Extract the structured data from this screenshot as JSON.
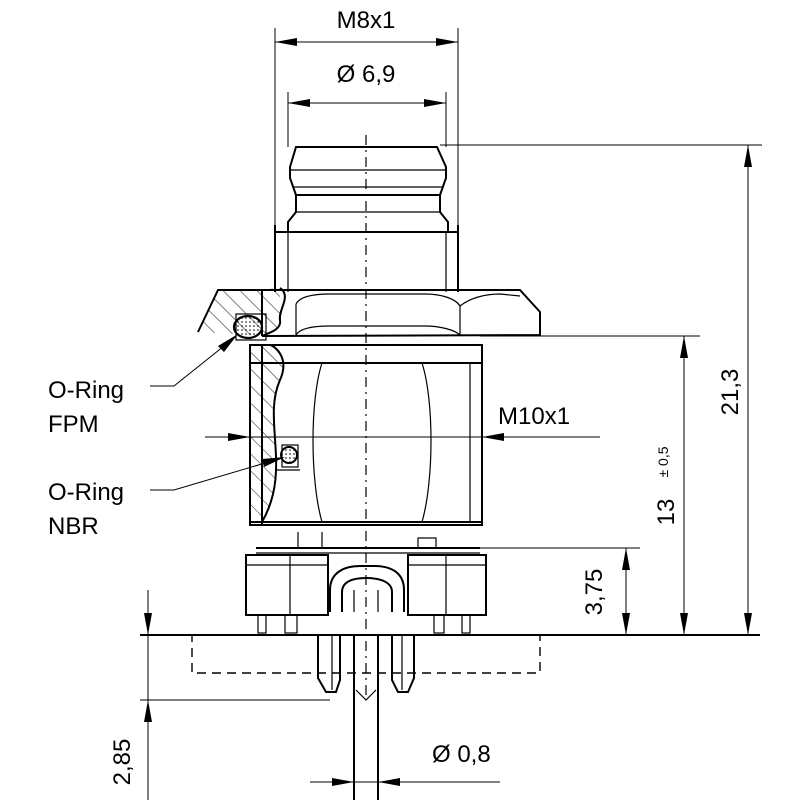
{
  "labels": {
    "m8x1": "M8x1",
    "dia69": "Ø 6,9",
    "m10x1": "M10x1",
    "dim213": "21,3",
    "dim13": "13",
    "tol13": "± 0,5",
    "dim375": "3,75",
    "dim285": "2,85",
    "dia08": "Ø 0,8",
    "oring1_name": "O-Ring",
    "oring1_mat": "FPM",
    "oring2_name": "O-Ring",
    "oring2_mat": "NBR"
  }
}
